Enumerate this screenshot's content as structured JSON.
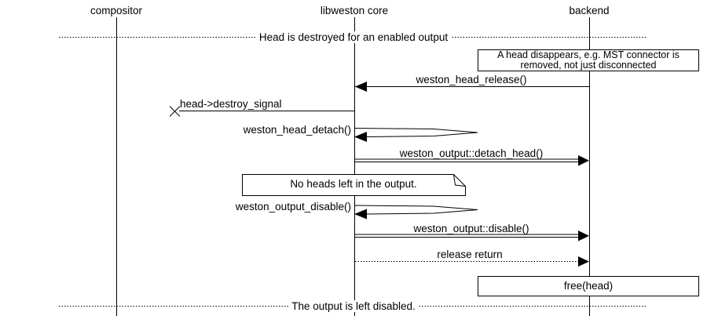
{
  "actors": {
    "compositor": "compositor",
    "core": "libweston core",
    "backend": "backend"
  },
  "dividers": {
    "top": "Head is destroyed for an enabled output",
    "bottom": "The output is left disabled."
  },
  "notes": {
    "head_disappears_line1": "A head disappears, e.g. MST connector is",
    "head_disappears_line2": "removed, not just disconnected",
    "no_heads": "No heads left in the output.",
    "free_head": "free(head)"
  },
  "messages": {
    "head_release": "weston_head_release()",
    "destroy_signal": "head->destroy_signal",
    "head_detach": "weston_head_detach()",
    "detach_head": "weston_output::detach_head()",
    "output_disable_fn": "weston_output_disable()",
    "output_disable": "weston_output::disable()",
    "release_return": "release return"
  },
  "colors": {
    "line": "#000000",
    "background": "#ffffff"
  }
}
